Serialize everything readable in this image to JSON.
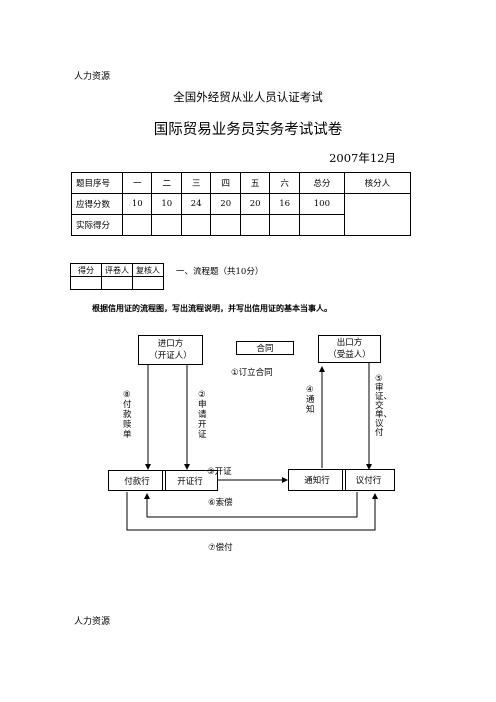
{
  "header_text": "人力资源",
  "footer_text": "人力资源",
  "exam_title": "全国外经贸从业人员认证考试",
  "paper_title": "国际贸易业务员实务考试试卷",
  "date": "2007年12月",
  "score_table": {
    "row_labels": [
      "题目序号",
      "应得分数",
      "实际得分"
    ],
    "columns": [
      "一",
      "二",
      "三",
      "四",
      "五",
      "六",
      "总分"
    ],
    "reviewer": "核分人",
    "points": [
      "10",
      "10",
      "24",
      "20",
      "20",
      "16",
      "100"
    ]
  },
  "mini_table": {
    "headers": [
      "得分",
      "评卷人",
      "复核人"
    ]
  },
  "section_title": "一、流程题（共10分）",
  "instruction": "根据信用证的流程图，写出流程说明，并写出信用证的基本当事人。",
  "diagram": {
    "importer": "进口方\n（开证人）",
    "contract": "合同",
    "exporter": "出口方\n（受益人）",
    "paying_bank": "付款行",
    "issuing_bank": "开证行",
    "advising_bank": "通知行",
    "negotiating_bank": "议付行",
    "step1": "①订立合同",
    "step2": "②申请开证",
    "step3": "③开证",
    "step4": "④通知",
    "step5": "⑤审证、交单、议付",
    "step6": "⑥索偿",
    "step7": "⑦偿付",
    "step8": "⑧付款赎单"
  }
}
